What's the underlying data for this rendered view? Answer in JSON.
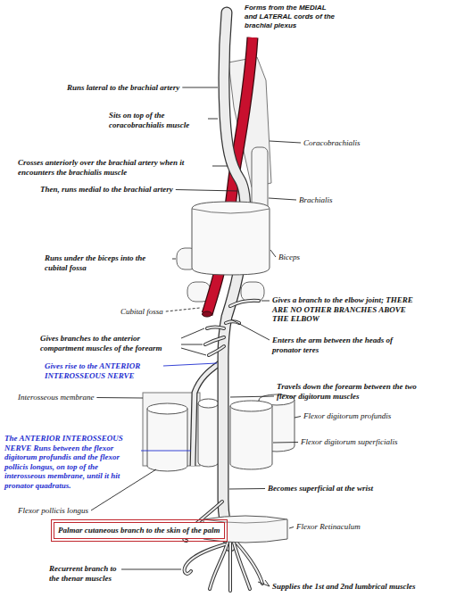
{
  "diagram": {
    "nodes": [
      {
        "text": [
          "Palmar cutaneous branch to the skin of the palm"
        ]
      }
    ],
    "labels": [
      "Forms from the MEDIAL and LATERAL cords of the brachial plexus",
      "Runs lateral to the brachial artery",
      "Sits on top of the coracobrachialis muscle",
      "Coracobrachialis",
      "Crosses anteriorly over the brachial artery when it encounters the brachialis muscle",
      "Then, runs medial to the brachial artery",
      "Brachialis",
      "Biceps",
      "Runs under the biceps into the cubital fossa",
      "Gives a branch to the elbow joint; THERE ARE NO OTHER BRANCHES ABOVE THE ELBOW",
      "Cubital fossa",
      "Gives branches to the anterior compartment muscles of the forearm",
      "Enters the arm between the heads of pronator teres",
      "Gives rise to the ANTERIOR INTEROSSEOUS NERVE",
      "Interosseous membrane",
      "Travels down the forearm between the two flexor digitorum muscles",
      "Flexor digitorum profundis",
      "The ANTERIOR INTEROSSEOUS NERVE Runs between the flexor digitorum profundis and the flexor pollicis longus, on top of the interosseous membrane, until it hit pronator quadratus.",
      "Flexor digitorum superficialis",
      "Flexor pollicis longus",
      "Becomes superficial at the wrist",
      "Flexor Retinaculum",
      "Recurrent branch to the thenar muscles",
      "Supplies the 1st and 2nd lumbrical muscles"
    ]
  }
}
